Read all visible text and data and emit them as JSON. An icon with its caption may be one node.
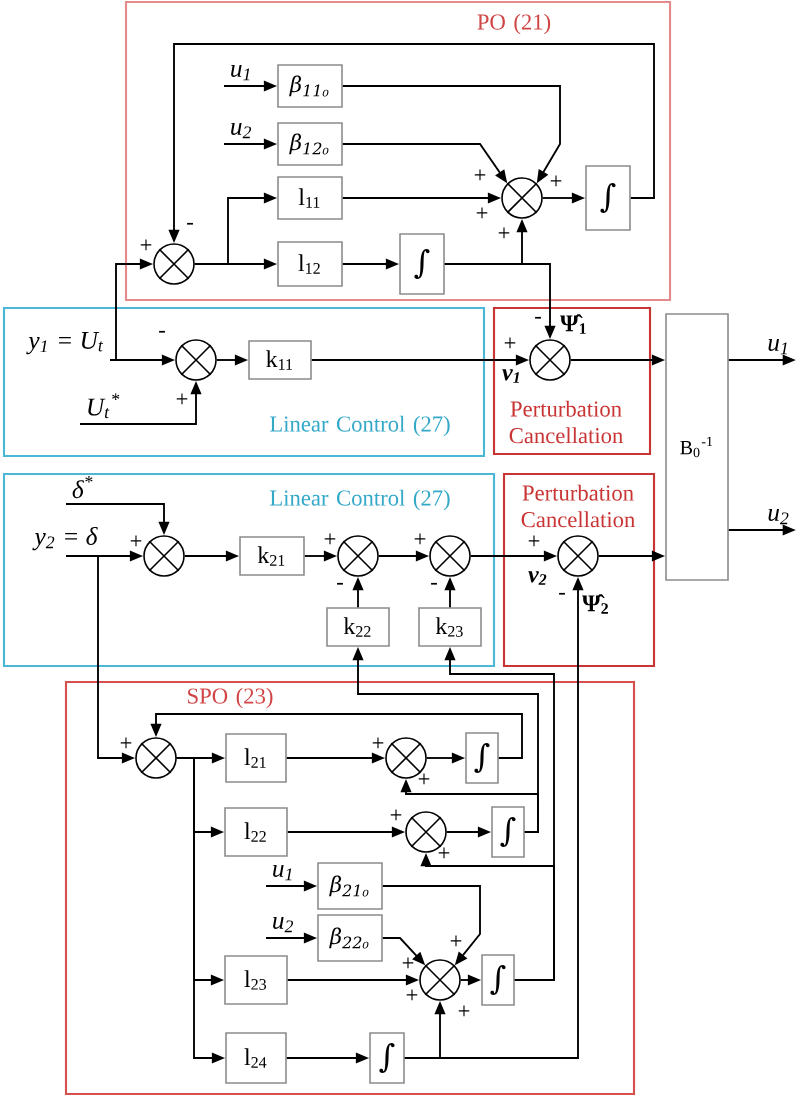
{
  "diagram": {
    "nodes": [
      {
        "text": [
          "PO (21)"
        ]
      },
      {
        "text": [
          "u$_{1}$"
        ],
        "in": 0
      },
      {
        "text": [
          "β$_{11₀}$"
        ],
        "in": 0
      },
      {
        "text": [
          "u$_{2}$"
        ],
        "in": 0
      },
      {
        "text": [
          "β$_{12₀}$"
        ],
        "in": 0
      },
      {
        "text": [
          "l$_{11}$"
        ],
        "in": 0
      },
      {
        "text": [],
        "shape": "circle",
        "in": 0,
        "beside": [
          "+",
          "+",
          "+",
          "+"
        ]
      },
      {
        "text": [
          "∫"
        ],
        "in": 0
      },
      {
        "text": [],
        "shape": "circle",
        "in": 0,
        "beside": [
          "-",
          "+"
        ]
      },
      {
        "text": [
          "l$_{12}$"
        ],
        "in": 0
      },
      {
        "text": [
          "∫"
        ],
        "in": 0
      },
      {
        "text": [
          "Linear Control (27)"
        ]
      },
      {
        "text": [
          "y$_{1}$ = U$_{t}$"
        ],
        "in": 11
      },
      {
        "text": [],
        "shape": "circle",
        "in": 11,
        "beside": [
          "-",
          "+"
        ]
      },
      {
        "text": [
          "k$_{11}$"
        ],
        "in": 11
      },
      {
        "text": [
          "U$_{t}$$^{*}$"
        ],
        "in": 11
      },
      {
        "text": [
          "Perturbation Cancellation"
        ]
      },
      {
        "text": [],
        "shape": "circle",
        "in": 16,
        "beside": [
          "-",
          "+"
        ]
      },
      {
        "text": [
          "B$_{0}$$^{-1}$"
        ]
      },
      {
        "text": [
          "u$_{1}$"
        ]
      },
      {
        "text": [
          "Linear Control (27)"
        ]
      },
      {
        "text": [
          "δ$^{*}$"
        ],
        "in": 20
      },
      {
        "text": [
          "y$_{2}$ = δ"
        ],
        "in": 20
      },
      {
        "text": [],
        "shape": "circle",
        "in": 20,
        "beside": [
          "+"
        ]
      },
      {
        "text": [
          "k$_{21}$"
        ],
        "in": 20
      },
      {
        "text": [],
        "shape": "circle",
        "in": 20,
        "beside": [
          "+",
          "-"
        ]
      },
      {
        "text": [],
        "shape": "circle",
        "in": 20,
        "beside": [
          "+",
          "-"
        ]
      },
      {
        "text": [
          "k$_{22}$"
        ],
        "in": 20
      },
      {
        "text": [
          "k$_{23}$"
        ],
        "in": 20
      },
      {
        "text": [
          "Perturbation Cancellation"
        ]
      },
      {
        "text": [],
        "shape": "circle",
        "in": 29,
        "beside": [
          "+",
          "-"
        ]
      },
      {
        "text": [
          "u$_{2}$"
        ]
      },
      {
        "text": [
          "SPO (23)"
        ]
      },
      {
        "text": [],
        "shape": "circle",
        "in": 32,
        "beside": [
          "+"
        ]
      },
      {
        "text": [
          "l$_{21}$"
        ],
        "in": 32
      },
      {
        "text": [],
        "shape": "circle",
        "in": 32,
        "beside": [
          "+",
          "+"
        ]
      },
      {
        "text": [
          "∫"
        ],
        "in": 32
      },
      {
        "text": [
          "l$_{22}$"
        ],
        "in": 32
      },
      {
        "text": [],
        "shape": "circle",
        "in": 32,
        "beside": [
          "+",
          "+"
        ]
      },
      {
        "text": [
          "∫"
        ],
        "in": 32
      },
      {
        "text": [
          "u$_{1}$"
        ],
        "in": 32
      },
      {
        "text": [
          "β$_{21₀}$"
        ],
        "in": 32
      },
      {
        "text": [
          "u$_{2}$"
        ],
        "in": 32
      },
      {
        "text": [
          "β$_{22₀}$"
        ],
        "in": 32
      },
      {
        "text": [
          "l$_{23}$"
        ],
        "in": 32
      },
      {
        "text": [],
        "shape": "circle",
        "in": 32,
        "beside": [
          "+",
          "+",
          "+",
          "+"
        ]
      },
      {
        "text": [
          "∫"
        ],
        "in": 32
      },
      {
        "text": [
          "l$_{24}$"
        ],
        "in": 32
      },
      {
        "text": [
          "∫"
        ],
        "in": 32
      }
    ],
    "edges": [
      {
        "from": 1,
        "to": 2,
        "arrow": "to"
      },
      {
        "from": 3,
        "to": 4,
        "arrow": "to"
      },
      {
        "from": 2,
        "to": 6,
        "arrow": "to"
      },
      {
        "from": 4,
        "to": 6,
        "arrow": "to"
      },
      {
        "from": 5,
        "to": 6,
        "arrow": "to"
      },
      {
        "from": 6,
        "to": 7,
        "arrow": "to"
      },
      {
        "from": 7,
        "to": 8,
        "arrow": "to"
      },
      {
        "from": 8,
        "to": 5,
        "arrow": "to"
      },
      {
        "from": 8,
        "to": 9,
        "arrow": "to"
      },
      {
        "from": 9,
        "to": 10,
        "arrow": "to"
      },
      {
        "from": 10,
        "to": 6,
        "arrow": "to"
      },
      {
        "from": 10,
        "to": 17,
        "arrow": "to",
        "label": "Ψ̂$_{1}$"
      },
      {
        "from": 12,
        "to": 8,
        "arrow": "to"
      },
      {
        "from": 12,
        "to": 13,
        "arrow": "to"
      },
      {
        "from": 15,
        "to": 13,
        "arrow": "to"
      },
      {
        "from": 13,
        "to": 14,
        "arrow": "to"
      },
      {
        "from": 14,
        "to": 17,
        "arrow": "to",
        "label": "v$_{1}$"
      },
      {
        "from": 17,
        "to": 18,
        "arrow": "to"
      },
      {
        "from": 18,
        "to": 19,
        "arrow": "to"
      },
      {
        "from": 21,
        "to": 23,
        "arrow": "to"
      },
      {
        "from": 22,
        "to": 23,
        "arrow": "to"
      },
      {
        "from": 22,
        "to": 33,
        "arrow": "to"
      },
      {
        "from": 23,
        "to": 24,
        "arrow": "to"
      },
      {
        "from": 24,
        "to": 25,
        "arrow": "to"
      },
      {
        "from": 25,
        "to": 26,
        "arrow": "to"
      },
      {
        "from": 27,
        "to": 25,
        "arrow": "to"
      },
      {
        "from": 28,
        "to": 26,
        "arrow": "to"
      },
      {
        "from": 26,
        "to": 30,
        "arrow": "to",
        "label": "v$_{2}$"
      },
      {
        "from": 30,
        "to": 18,
        "arrow": "to"
      },
      {
        "from": 18,
        "to": 31,
        "arrow": "to"
      },
      {
        "from": 33,
        "to": 34,
        "arrow": "to"
      },
      {
        "from": 33,
        "to": 37,
        "arrow": "to"
      },
      {
        "from": 33,
        "to": 44,
        "arrow": "to"
      },
      {
        "from": 33,
        "to": 47,
        "arrow": "to"
      },
      {
        "from": 34,
        "to": 35,
        "arrow": "to"
      },
      {
        "from": 35,
        "to": 36,
        "arrow": "to"
      },
      {
        "from": 36,
        "to": 33,
        "arrow": "to"
      },
      {
        "from": 37,
        "to": 38,
        "arrow": "to"
      },
      {
        "from": 38,
        "to": 39,
        "arrow": "to"
      },
      {
        "from": 39,
        "to": 35,
        "arrow": "to"
      },
      {
        "from": 39,
        "to": 27,
        "arrow": "to"
      },
      {
        "from": 40,
        "to": 41,
        "arrow": "to"
      },
      {
        "from": 42,
        "to": 43,
        "arrow": "to"
      },
      {
        "from": 41,
        "to": 45,
        "arrow": "to"
      },
      {
        "from": 43,
        "to": 45,
        "arrow": "to"
      },
      {
        "from": 44,
        "to": 45,
        "arrow": "to"
      },
      {
        "from": 45,
        "to": 46,
        "arrow": "to"
      },
      {
        "from": 46,
        "to": 38,
        "arrow": "to"
      },
      {
        "from": 46,
        "to": 28,
        "arrow": "to"
      },
      {
        "from": 47,
        "to": 48,
        "arrow": "to"
      },
      {
        "from": 48,
        "to": 45,
        "arrow": "to"
      },
      {
        "from": 48,
        "to": 30,
        "arrow": "to",
        "label": "Ψ̂$_{2}$"
      }
    ]
  }
}
